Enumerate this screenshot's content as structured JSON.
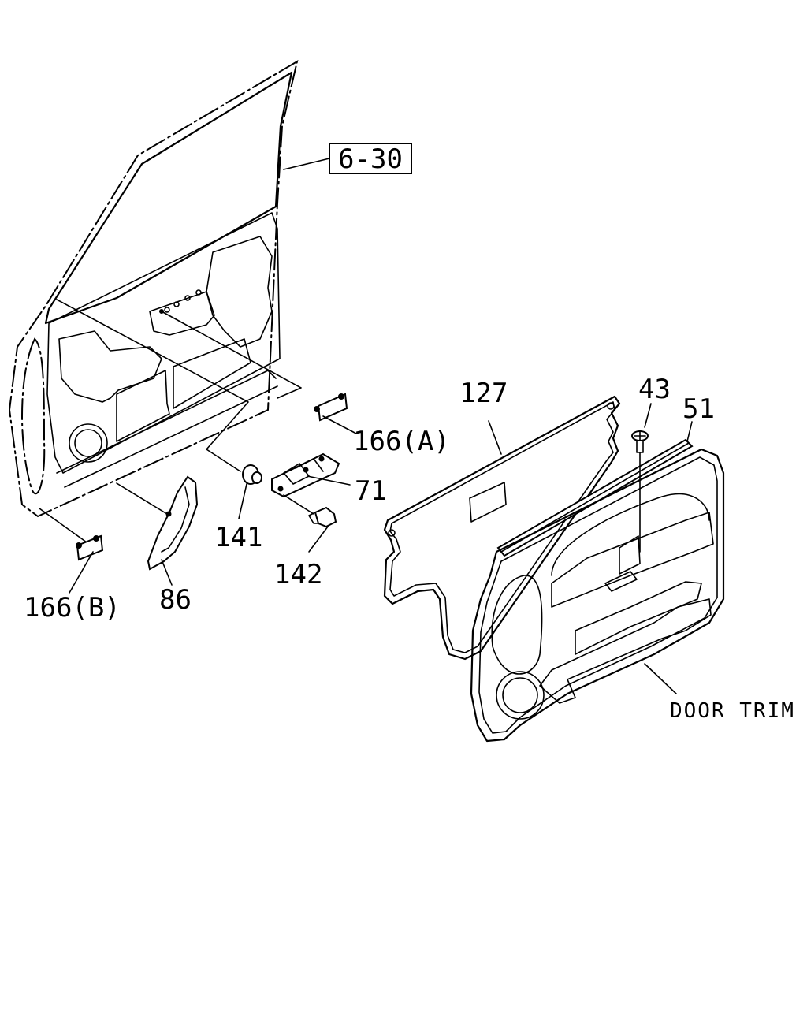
{
  "labels": {
    "ref_box": "6-30",
    "part_127": "127",
    "part_43": "43",
    "part_51": "51",
    "part_166a": "166(A)",
    "part_71": "71",
    "part_141": "141",
    "part_142": "142",
    "part_166b": "166(B)",
    "part_86": "86",
    "door_trim": "DOOR TRIM"
  }
}
